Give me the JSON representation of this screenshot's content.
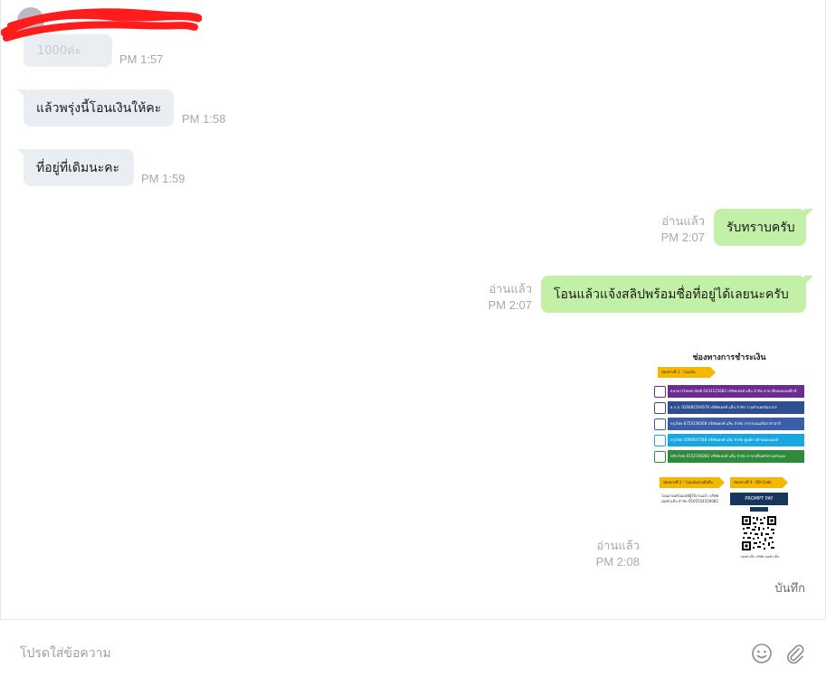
{
  "header": {
    "sender_name": "",
    "prev_message_text": "1000ค่ะ",
    "prev_time": "PM 1:57"
  },
  "messages": [
    {
      "side": "in",
      "text": "แล้วพรุ่งนี้โอนเงินให้คะ",
      "time": "PM 1:58"
    },
    {
      "side": "in",
      "text": "ที่อยู่ที่เดิมนะคะ",
      "time": "PM 1:59"
    },
    {
      "side": "out",
      "text": "รับทราบครับ",
      "read": "อ่านแล้ว",
      "time": "PM 2:07"
    },
    {
      "side": "out",
      "text": "โอนแล้วแจ้งสลิปพร้อมชื่อที่อยู่ได้เลยนะครับ",
      "read": "อ่านแล้ว",
      "time": "PM 2:07"
    },
    {
      "side": "out",
      "type": "image",
      "read": "อ่านแล้ว",
      "time": "PM 2:08",
      "save_label": "บันทึก"
    }
  ],
  "payment_card": {
    "title": "ช่องทางการชำระเงิน",
    "tag1": "ช่องทางที่ 1 : โอนเงิน",
    "banks": [
      {
        "text": "ธนาคารไทยพาณิชย์ 0432125682 บริษัทเฮลท์ แล็บ จำกัด สาขาสีลมคอมเพล็กซ์",
        "color": "#6a2c91"
      },
      {
        "text": "ธ.ก.ส. 020082591679 บริษัทเฮลท์ แล็บ จำกัด รามคำแหงสัมมากร",
        "color": "#2e4f8f"
      },
      {
        "text": "กรุงไทย 6753130568 บริษัทเฮลท์ แล็บ จำกัด สาขาถนนเสือป่าลำสาลี",
        "color": "#3a5fa8"
      },
      {
        "text": "กรุงไทย 5090047548 บริษัทเฮลท์ แล็บ จำกัด ศูนย์การค้าเดอะมอลล์",
        "color": "#1aa7e0"
      },
      {
        "text": "กสิกรไทย 0152100282 บริษัทเฮลท์ แล็บ จำกัด สาขาเซ็นทรัลรามคำแหง",
        "color": "#2f8a3a"
      }
    ],
    "tag2": "ช่องทางที่ 2 : โอนเงินผ่านมือถือ",
    "tag3": "ช่องทางที่ 3 : QR Code",
    "mobile_text": "โอนผ่านพร้อมเพย์ผู้ใช้งานแล้ว บริษัท เฮลท์ แล็บ จำกัด 0505554550082",
    "qr_header": "PROMPT PAY",
    "qr_footer": "เฮลท์ แล็บ บริษัท เฮลท์ แล็บ"
  },
  "composer": {
    "placeholder": "โปรดใส่ข้อความ"
  },
  "icons": {
    "emoji": "emoji-icon",
    "attach": "paperclip-icon"
  }
}
